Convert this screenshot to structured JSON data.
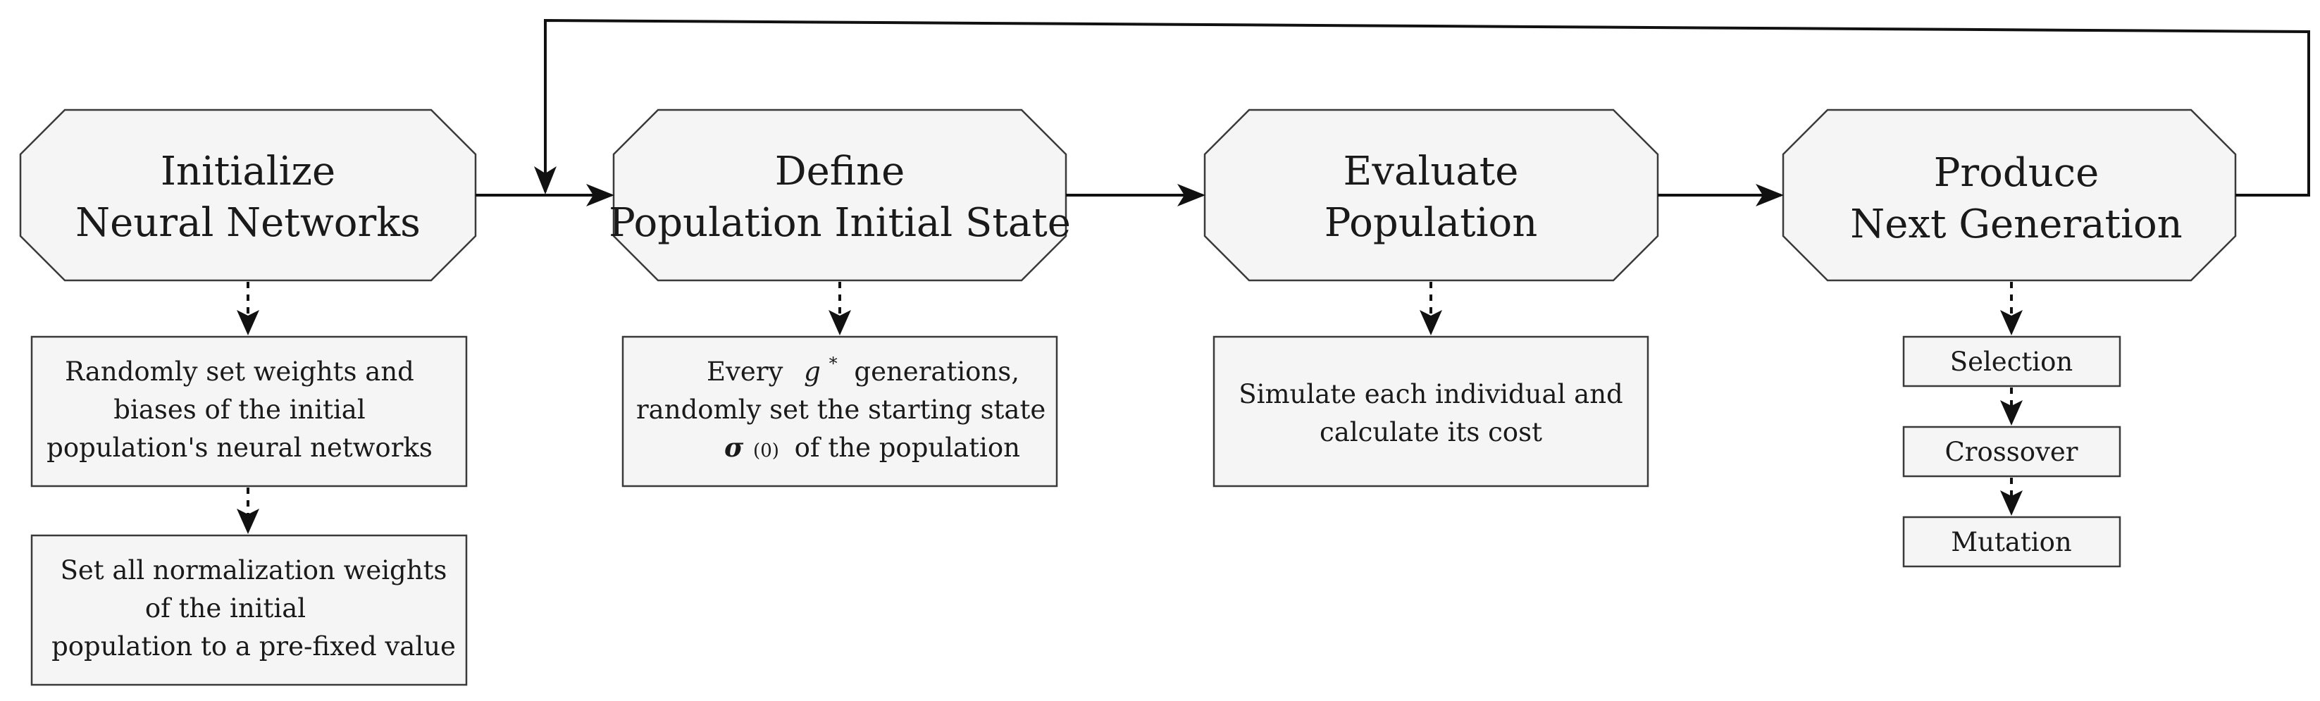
{
  "stages": [
    {
      "id": "init",
      "title_lines": [
        "Initialize",
        "Neural Networks"
      ]
    },
    {
      "id": "define",
      "title_lines": [
        "Define",
        "Population Initial State"
      ]
    },
    {
      "id": "evaluate",
      "title_lines": [
        "Evaluate",
        "Population"
      ]
    },
    {
      "id": "produce",
      "title_lines": [
        "Produce",
        "Next Generation"
      ]
    }
  ],
  "details": {
    "init_weights": [
      "Randomly set weights and",
      "biases of the initial",
      "population's neural networks"
    ],
    "init_norm": [
      "Set all normalization weights",
      "of the initial",
      "population to a pre-fixed value"
    ],
    "define_state": {
      "line1_prefix": "Every",
      "line1_var": "g",
      "line1_sup": "*",
      "line1_suffix": "generations,",
      "line2": "randomly set the starting  state",
      "line3_var": "σ",
      "line3_arg": "(0)",
      "line3_suffix": "of the population"
    },
    "evaluate_sim": [
      "Simulate each individual and",
      "calculate its cost"
    ],
    "ga_steps": [
      "Selection",
      "Crossover",
      "Mutation"
    ]
  },
  "colors": {
    "node_fill": "#f5f5f5",
    "stroke": "#3a3a3a",
    "arrow": "#111111"
  }
}
